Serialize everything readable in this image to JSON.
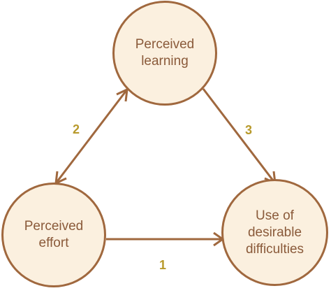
{
  "nodes": {
    "perceived_learning": "Perceived\nlearning",
    "perceived_effort": "Perceived\neffort",
    "desirable_difficulties": "Use of\ndesirable\ndifficulties"
  },
  "links": [
    {
      "number": "2",
      "from": "perceived_effort",
      "to": "perceived_learning",
      "bidirectional": true
    },
    {
      "number": "3",
      "from": "perceived_learning",
      "to": "desirable_difficulties",
      "bidirectional": false
    },
    {
      "number": "1",
      "from": "perceived_effort",
      "to": "desirable_difficulties",
      "bidirectional": false
    }
  ],
  "colors": {
    "circle_fill": "#fbf0df",
    "stroke": "#a0683e",
    "text": "#8a5a3a",
    "number": "#b89a2c"
  }
}
